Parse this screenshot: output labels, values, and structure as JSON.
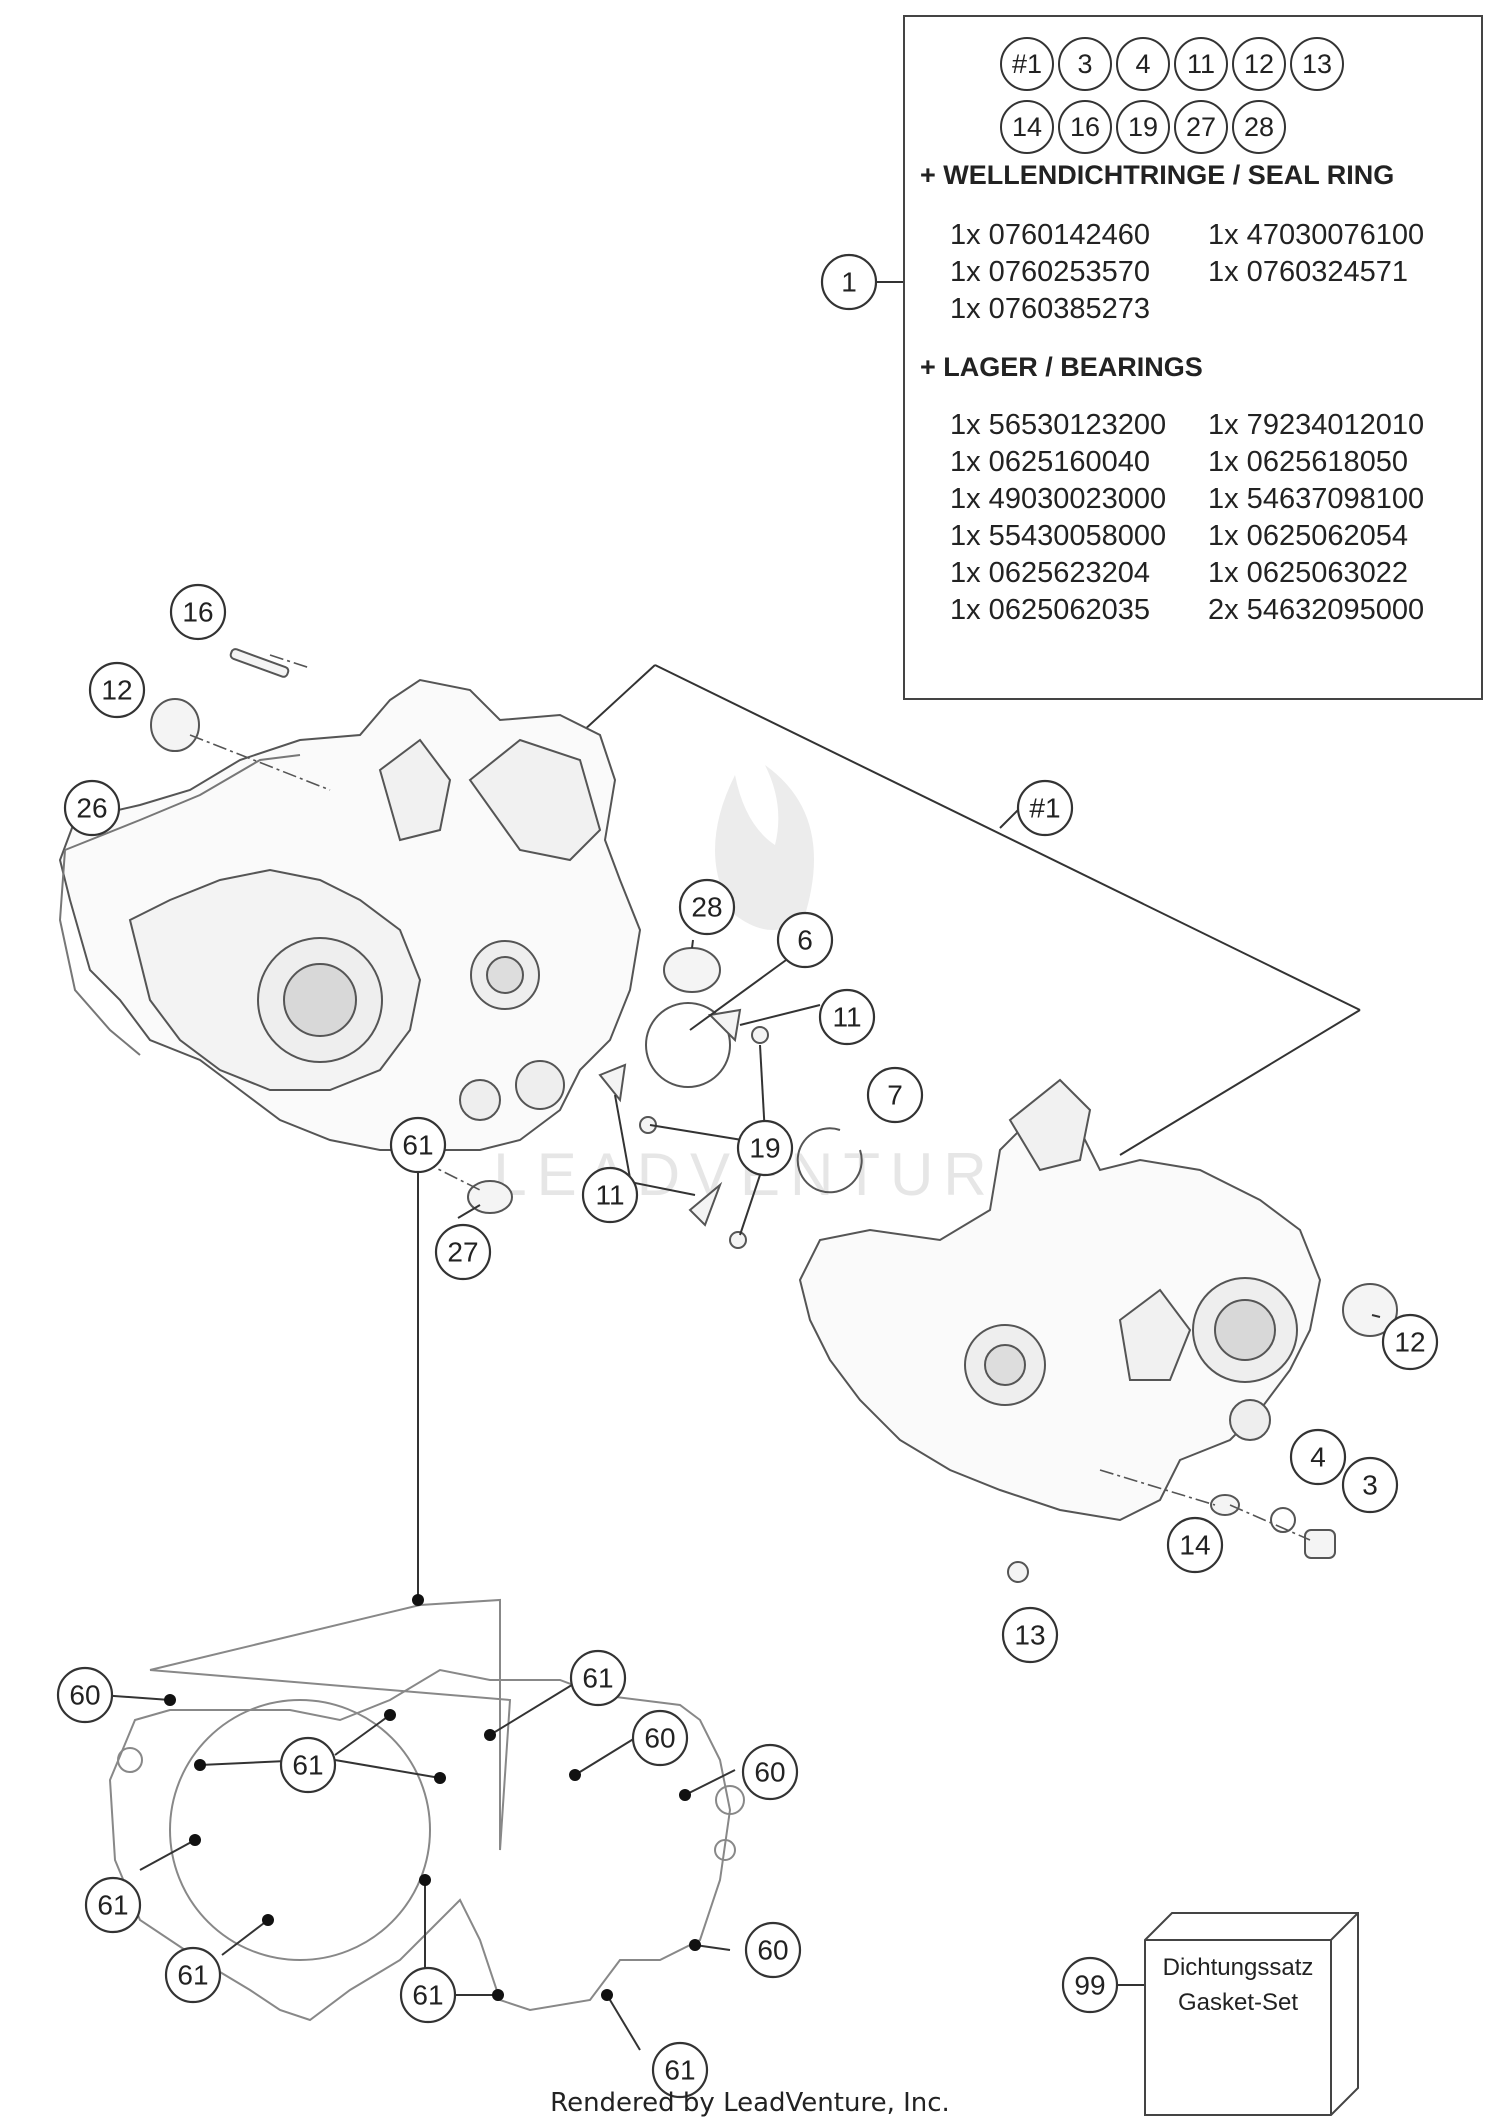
{
  "kit_panel": {
    "callout": "1",
    "included": [
      "#1",
      "3",
      "4",
      "11",
      "12",
      "13",
      "14",
      "16",
      "19",
      "27",
      "28"
    ],
    "sections": [
      {
        "title": "+ WELLENDICHTRINGE / SEAL RING",
        "parts": [
          "1x 0760142460",
          "1x 47030076100",
          "1x 0760253570",
          "1x 0760324571",
          "1x 0760385273"
        ]
      },
      {
        "title": "+ LAGER / BEARINGS",
        "parts": [
          "1x 56530123200",
          "1x 79234012010",
          "1x 0625160040",
          "1x 0625618050",
          "1x 49030023000",
          "1x 54637098100",
          "1x 55430058000",
          "1x 0625062054",
          "1x 0625623204",
          "1x 0625063022",
          "1x 0625062035",
          "2x 54632095000"
        ]
      }
    ]
  },
  "callouts": {
    "c16": "16",
    "c12_left": "12",
    "c26": "26",
    "c28": "28",
    "c6": "6",
    "c11_top": "11",
    "c7": "7",
    "c19": "19",
    "c11_bottom": "11",
    "c27": "27",
    "c1_assembly": "#1",
    "c12_right": "12",
    "c4": "4",
    "c3": "3",
    "c14": "14",
    "c13": "13",
    "c61_top": "61",
    "c60_left": "60",
    "c61_mid_right": "61",
    "c60_mid": "60",
    "c61_center": "61",
    "c60_right": "60",
    "c61_left": "61",
    "c60_lower_right": "60",
    "c61_bottom_left": "61",
    "c61_bottom_center": "61",
    "c61_bottom_right": "61",
    "c99": "99"
  },
  "gasket_set": {
    "label_de": "Dichtungssatz",
    "label_en": "Gasket-Set"
  },
  "watermark": "LEADVENTURE",
  "footer": "Rendered by LeadVenture, Inc."
}
